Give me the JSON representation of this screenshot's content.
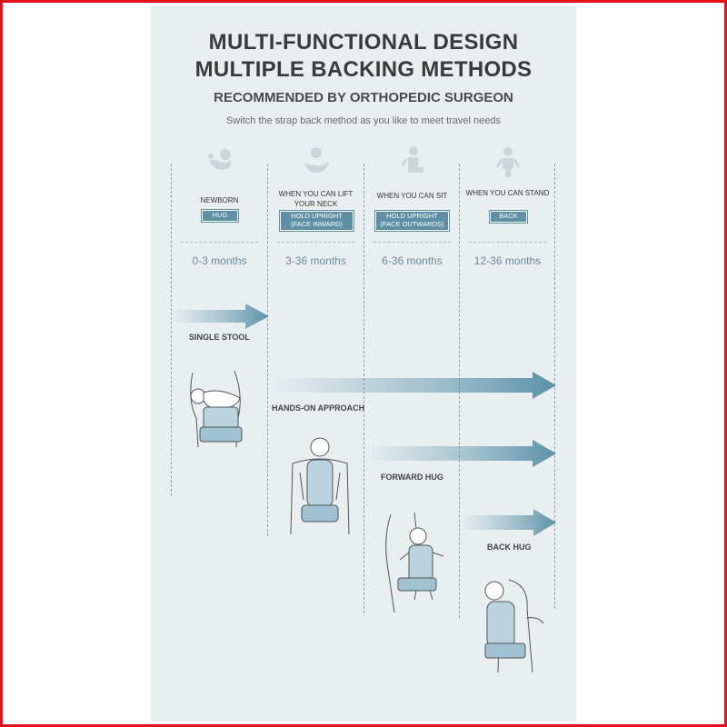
{
  "header": {
    "title_line1": "MULTI-FUNCTIONAL DESIGN",
    "title_line2": "MULTIPLE BACKING METHODS",
    "subtitle": "RECOMMENDED BY ORTHOPEDIC SURGEON",
    "tagline": "Switch the strap back method as you like to meet travel needs"
  },
  "stages": [
    {
      "label": "NEWBORN",
      "badge": "HUG",
      "age": "0-3 months",
      "icon": "newborn-icon"
    },
    {
      "label": "WHEN YOU CAN LIFT YOUR NECK",
      "badge": "HOLD UPRIGHT (FACE INWARD)",
      "age": "3-36 months",
      "icon": "baby-lift-neck-icon"
    },
    {
      "label": "WHEN YOU CAN SIT",
      "badge": "HOLD UPRIGHT (FACE OUTWARDS)",
      "age": "6-36 months",
      "icon": "baby-sit-icon"
    },
    {
      "label": "WHEN YOU CAN STAND",
      "badge": "BACK",
      "age": "12-36 months",
      "icon": "baby-stand-icon"
    }
  ],
  "methods": [
    {
      "label": "SINGLE STOOL"
    },
    {
      "label": "HANDS-ON APPROACH"
    },
    {
      "label": "FORWARD HUG"
    },
    {
      "label": "BACK HUG"
    }
  ],
  "colors": {
    "frame": "#e8101a",
    "panel": "#e9eef1",
    "accent": "#5f8fa5",
    "arrow": "#6b9db1",
    "title": "#3a3a3a"
  }
}
